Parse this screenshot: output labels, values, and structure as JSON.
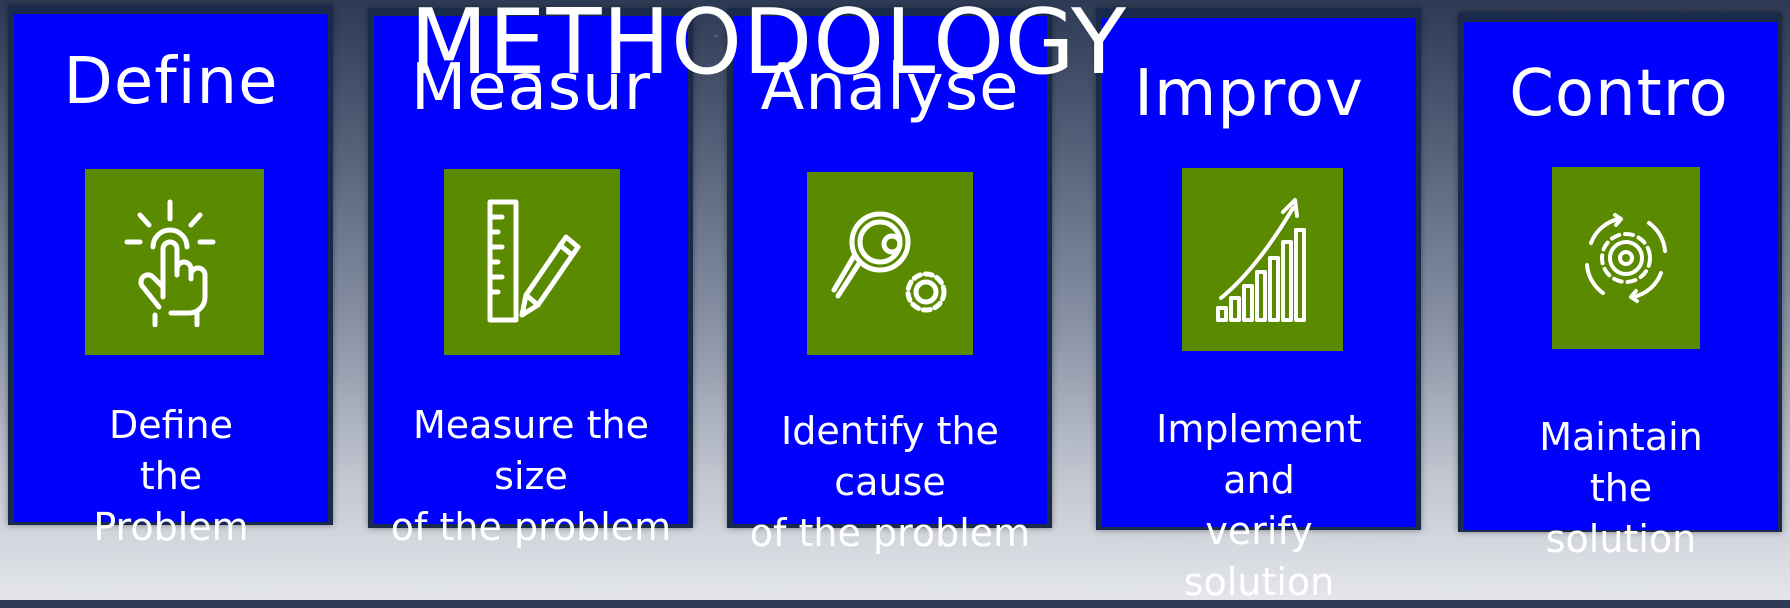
{
  "page": {
    "title": "METHODOLOGY"
  },
  "colors": {
    "card_background": "#0000ff",
    "icon_background": "#5a8a00",
    "text": "#ffffff"
  },
  "steps": [
    {
      "title": "Define",
      "icon": "pointing-hand-icon",
      "description": "Define\nthe\nProblem"
    },
    {
      "title": "Measure",
      "icon": "ruler-pencil-icon",
      "description": "Measure the\nsize\nof the problem"
    },
    {
      "title": "Analyse",
      "icon": "magnifier-gears-icon",
      "description": "Identify the\ncause\nof the problem"
    },
    {
      "title": "Improve",
      "icon": "growth-chart-icon",
      "description": "Implement\nand\nverify\nsolution"
    },
    {
      "title": "Control",
      "icon": "gear-cycle-icon",
      "description": "Maintain\nthe\nsolution"
    }
  ]
}
